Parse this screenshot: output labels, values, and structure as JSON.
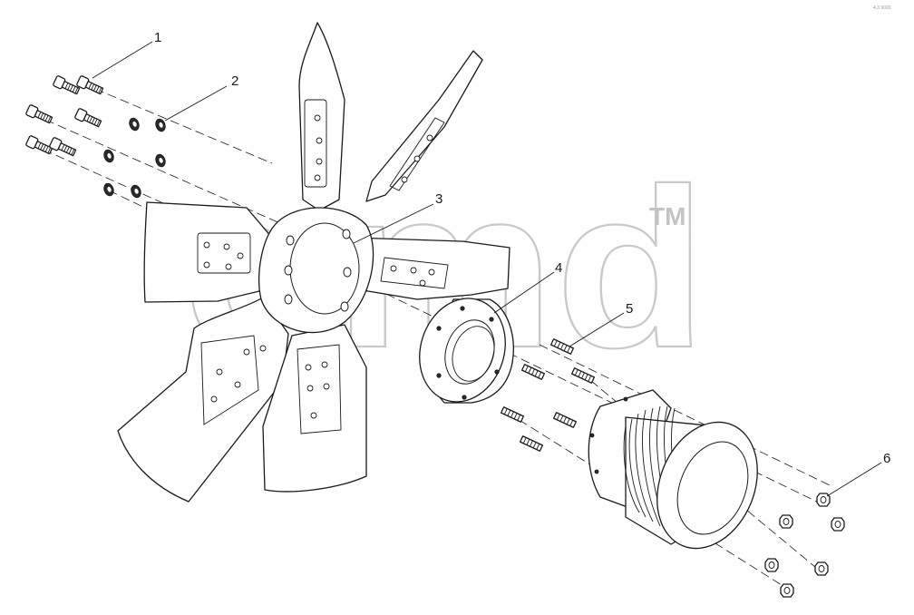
{
  "diagram": {
    "callouts": [
      {
        "id": "1",
        "label": "1"
      },
      {
        "id": "2",
        "label": "2"
      },
      {
        "id": "3",
        "label": "3"
      },
      {
        "id": "4",
        "label": "4"
      },
      {
        "id": "5",
        "label": "5"
      },
      {
        "id": "6",
        "label": "6"
      }
    ],
    "watermark": {
      "text": "gmd",
      "trademark": "TM"
    },
    "corner_mark": "4.3 9020"
  },
  "colors": {
    "line": "#1a1a1a",
    "watermark": "#c9c9c9",
    "background": "#ffffff"
  }
}
